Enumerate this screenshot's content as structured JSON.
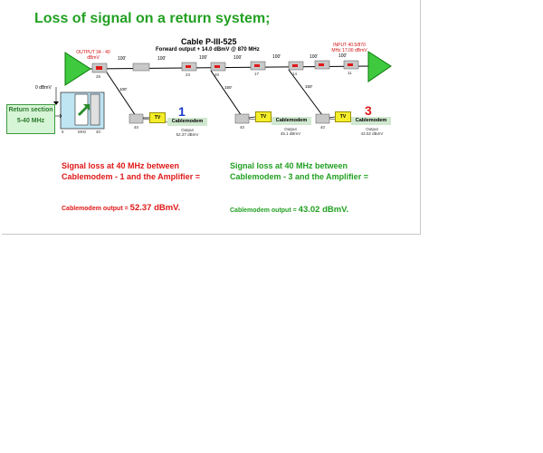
{
  "title": "Loss of signal on a return system;",
  "cable": {
    "name": "Cable P-III-525",
    "subtitle": "Forward output + 14.0 dBmV @ 870 MHz"
  },
  "amplifiers": {
    "left_label": "OUTPUT 34 - 40 dBmV",
    "right_label": "INPUT 40.5/870 MHz 17.00 dBmV"
  },
  "return_section": {
    "line1": "Return section",
    "line2": "5-40 MHz",
    "level": "0 dBmV",
    "axis_start": "5",
    "axis_unit": "MHz",
    "axis_end": "40"
  },
  "segments": [
    "100'",
    "100'",
    "100'",
    "100'",
    "100'",
    "100'",
    "100'"
  ],
  "taps": [
    "26",
    "23",
    "20",
    "17",
    "14",
    "11"
  ],
  "drops": [
    "100'",
    "150'",
    "150'"
  ],
  "tv_label": "TV",
  "cablemodems": [
    {
      "number": "1",
      "label": "Cablemodem",
      "value_small": "40",
      "output_note": "Output\n52.37 dBmV"
    },
    {
      "number": "",
      "label": "Cablemodem",
      "value_small": "40",
      "output_note": "Output\n45.1 dBmV"
    },
    {
      "number": "3",
      "label": "Cablemodem",
      "value_small": "40",
      "output_note": "Output\n43.02 dBmV"
    }
  ],
  "left_result": {
    "question": "Signal loss at 40 MHz between Cablemodem - 1 and the Amplifier =",
    "output_prefix": "Cablemodem output =",
    "output_value": "52.37 dBmV."
  },
  "right_result": {
    "question": "Signal loss at 40 MHz between Cablemodem - 3 and the Amplifier =",
    "output_prefix": "Cablemodem output =",
    "output_value": "43.02 dBmV."
  },
  "colors": {
    "title": "#22a022",
    "left_text": "#e01818",
    "right_text": "#22a022",
    "amp_fill": "#3ec93e",
    "tap_fill": "#c8c8c8",
    "tap_mark": "#e01818",
    "cm1_num": "#1a3ad0",
    "cm3_num": "#e01818"
  }
}
